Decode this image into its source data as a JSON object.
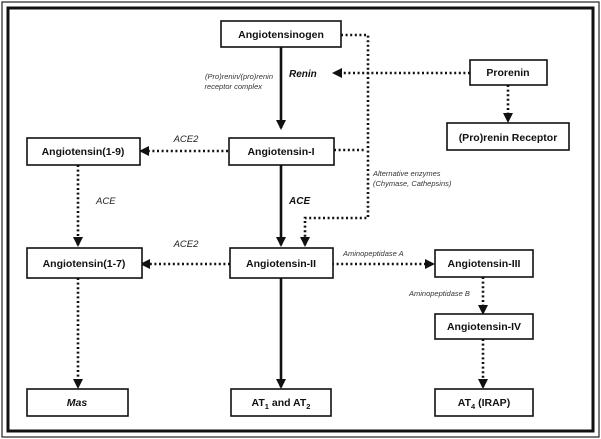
{
  "nodes": {
    "angiotensinogen": "Angiotensinogen",
    "prorenin": "Prorenin",
    "prorenin_receptor": "(Pro)renin Receptor",
    "angiotensin_1": "Angiotensin-I",
    "angiotensin_1_9": "Angiotensin(1-9)",
    "angiotensin_2": "Angiotensin-II",
    "angiotensin_1_7": "Angiotensin(1-7)",
    "angiotensin_3": "Angiotensin-III",
    "angiotensin_4": "Angiotensin-IV",
    "mas": "Mas",
    "at1_at2": {
      "a": "AT",
      "sub1": "1",
      "and": " and AT",
      "sub2": "2"
    },
    "at4": {
      "a": "AT",
      "sub": "4",
      "rest": " (IRAP)"
    }
  },
  "labels": {
    "renin": "Renin",
    "prorenin_complex_1": "(Pro)renin/(pro)renin",
    "prorenin_complex_2": "receptor complex",
    "ace2_top": "ACE2",
    "ace_left": "ACE",
    "ace_center": "ACE",
    "ace2_mid": "ACE2",
    "alt_enzymes_1": "Alternative enzymes",
    "alt_enzymes_2": "(Chymase, Cathepsins)",
    "aminopeptidase_a": "Aminopeptidase A",
    "aminopeptidase_b": "Aminopeptidase B"
  }
}
